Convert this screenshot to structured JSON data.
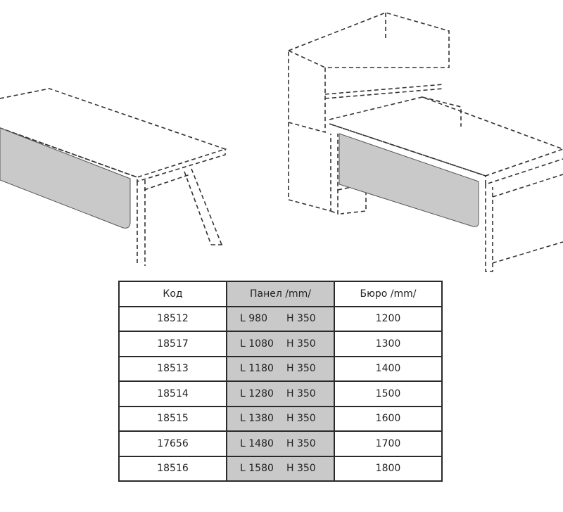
{
  "table": {
    "headers": [
      "Код",
      "Панел /mm/",
      "Бюро /mm/"
    ],
    "rows": [
      {
        "code": "18512",
        "panel_l": "L 980",
        "panel_h": "H 350",
        "desk": "1200"
      },
      {
        "code": "18517",
        "panel_l": "L 1080",
        "panel_h": "H 350",
        "desk": "1300"
      },
      {
        "code": "18513",
        "panel_l": "L 1180",
        "panel_h": "H 350",
        "desk": "1400"
      },
      {
        "code": "18514",
        "panel_l": "L 1280",
        "panel_h": "H 350",
        "desk": "1500"
      },
      {
        "code": "18515",
        "panel_l": "L 1380",
        "panel_h": "H 350",
        "desk": "1600"
      },
      {
        "code": "17656",
        "panel_l": "L 1480",
        "panel_h": "H 350",
        "desk": "1700"
      },
      {
        "code": "18516",
        "panel_l": "L 1580",
        "panel_h": "H 350",
        "desk": "1800"
      }
    ]
  },
  "colors": {
    "panel_fill": "#c9c9c9",
    "line": "#2a2a2a"
  }
}
